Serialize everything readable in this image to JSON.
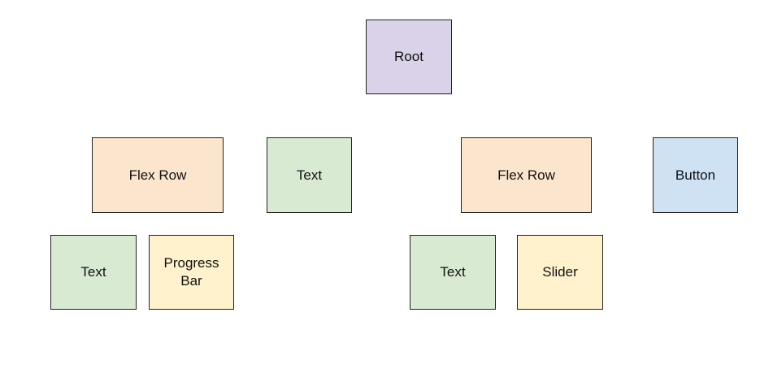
{
  "colors": {
    "root": "#d9d2e9",
    "flex_row": "#fce5cd",
    "text": "#d9ead3",
    "progress_bar": "#fff2cc",
    "slider": "#fff2cc",
    "button": "#cfe2f3"
  },
  "diagram": {
    "root": {
      "label": "Root"
    },
    "level1": [
      {
        "label": "Flex Row"
      },
      {
        "label": "Text"
      },
      {
        "label": "Flex Row"
      },
      {
        "label": "Button"
      }
    ],
    "level2_left": [
      {
        "label": "Text"
      },
      {
        "label": "Progress Bar"
      }
    ],
    "level2_right": [
      {
        "label": "Text"
      },
      {
        "label": "Slider"
      }
    ]
  }
}
